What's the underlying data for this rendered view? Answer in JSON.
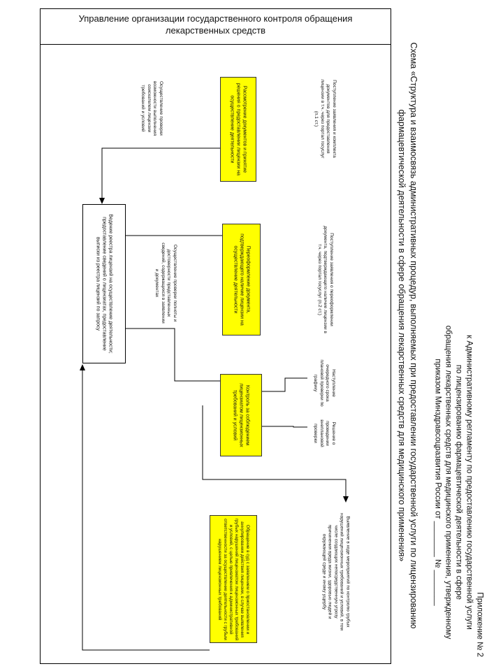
{
  "header": {
    "title_line1": "Управление организации государственного контроля обращения",
    "title_line2": "лекарственных средств"
  },
  "scheme_title": {
    "line1": "Схема «Структура и взаимосвязь административных процедур, выполняемых при предоставлении государственной услуги по лицензированию",
    "line2": "фармацевтической деятельности в сфере обращения лекарственных средств для медицинского применения»"
  },
  "appendix": {
    "line1": "Приложение № 2",
    "line2": "к Административному регламенту по предоставлению государственной услуги",
    "line3": "по лицензированию фармацевтической деятельности в сфере",
    "line4": "обращения лекарственных средств для медицинского применения, утвержденному",
    "line5": "приказом Минздравсоцразвития России от ________ № ________"
  },
  "notes": {
    "n1": "Поступление заявления и комплекта документов для предоставления лицензии в т.ч. через портал госуслуг (п.1 ст.)",
    "n2": "Осуществление проверки возможности выполнения соискателем лицензии требований и условий",
    "n3": "Поступление заявления о переоформлении документа, подтверждающего наличие лицензии в т.ч. через портал госуслуг (п.2 ст.)",
    "n4": "Осуществление проверки полноты и достоверности представленных сведений, содержащихся в заявлении и документах",
    "n5": "Наступление очередного срока плановой проверки по графику",
    "n6": "Решение о проведении внеплановой проверки",
    "n7": "Выявление в ходе мероприятий по контролю грубых нарушений лицензионных требований и условий, в том числе создающих непосредственную угрозу причинения вреда жизни, здоровью людей и окружающей среде и иному ущербу"
  },
  "boxes": {
    "b1": "Рассмотрение документов и принятие решения о предоставлении лицензии на осуществление деятельности",
    "b2": "Переоформление документа, подтверждающего наличие лицензии на осуществление деятельности",
    "b3": "Контроль за соблюдением лицензиатом лицензионных требований и условий",
    "b4": "Обращение в суд с заявлением о приостановлении и аннулировании действия лицензии, в случае выявления грубых нарушений лицензиатом лицензионных требований и условий, с целью привлечения к административной ответственности за осуществление деятельности с грубым нарушением лицензионных требований",
    "b5": "Ведение реестра лицензий на осуществление деятельности; предоставление сведений о лицензиатах, предоставление выписки из реестра лицензий по запросу"
  }
}
